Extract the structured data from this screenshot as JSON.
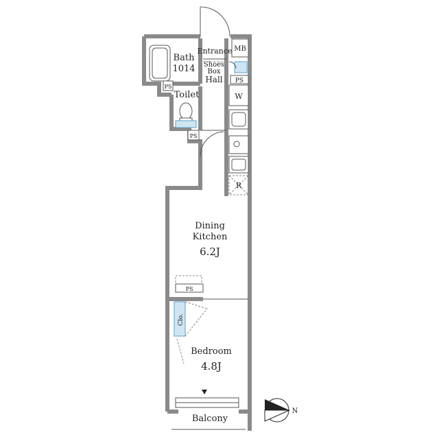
{
  "labels": {
    "bath": "Bath",
    "bath_size": "1014",
    "entrance": "Entrance",
    "mb": "MB",
    "shoes_box_1": "Shoes",
    "shoes_box_2": "Box",
    "hall": "Hall",
    "ps_1": "PS",
    "ps_2": "PS",
    "ps_3": "PS",
    "ps_4": "PS",
    "toilet": "Toilet",
    "w": "W",
    "r": "R",
    "dining_1": "Dining",
    "dining_2": "Kitchen",
    "dining_size": "6.2J",
    "clo": "Clo.",
    "bedroom": "Bedroom",
    "bedroom_size": "4.8J",
    "balcony": "Balcony",
    "north": "N"
  },
  "colors": {
    "wall": "#8a8a8a",
    "accent": "#cfe6f2"
  }
}
